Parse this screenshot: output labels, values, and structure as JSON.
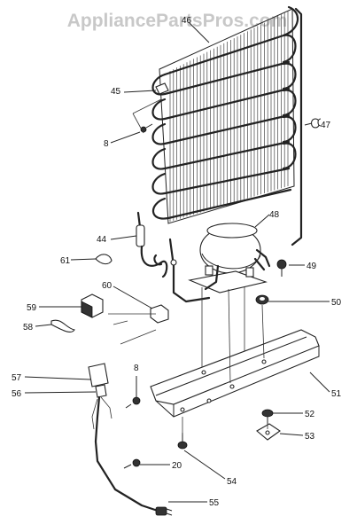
{
  "watermark": "AppliancePartsPros.com",
  "callouts": {
    "c8a": "8",
    "c8b": "8",
    "c20": "20",
    "c44": "44",
    "c45": "45",
    "c46": "46",
    "c47": "47",
    "c48": "48",
    "c49": "49",
    "c50": "50",
    "c51": "51",
    "c52": "52",
    "c53": "53",
    "c54": "54",
    "c55": "55",
    "c56": "56",
    "c57": "57",
    "c58": "58",
    "c59": "59",
    "c60": "60",
    "c61": "61"
  }
}
